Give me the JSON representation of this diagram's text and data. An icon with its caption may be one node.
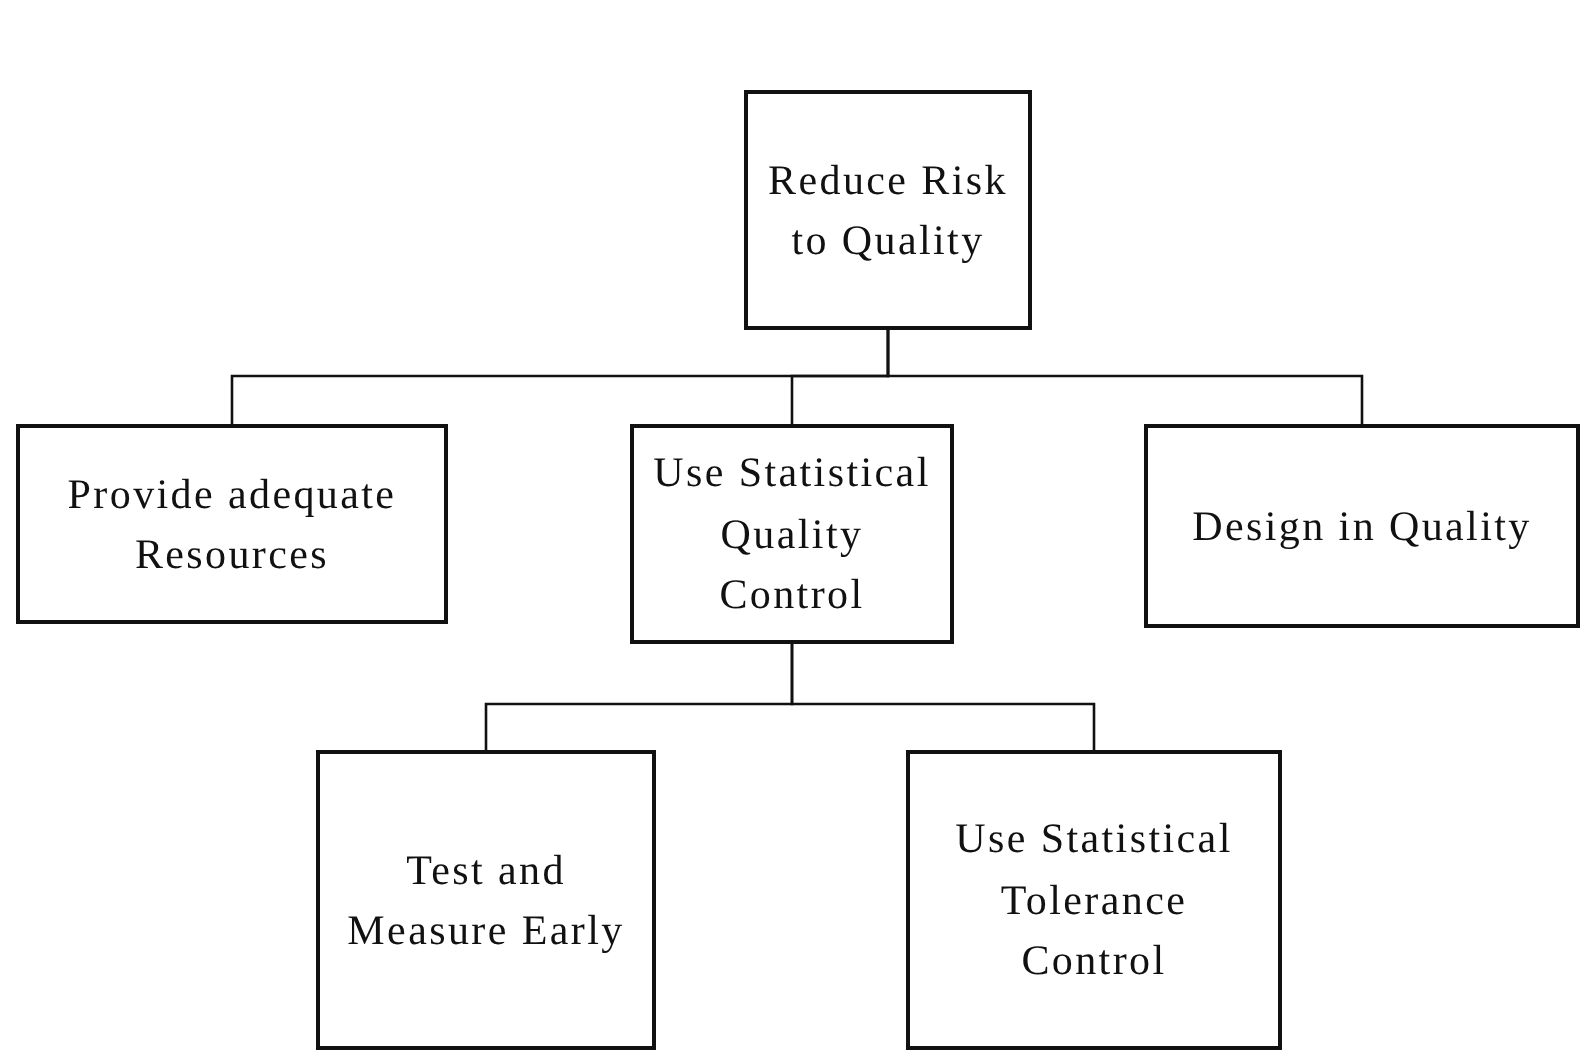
{
  "diagram": {
    "nodes": [
      {
        "text": [
          "Reduce Risk to Quality"
        ]
      },
      {
        "text": [
          "Provide adequate Resources"
        ]
      },
      {
        "text": [
          "Use Statistical Quality Control"
        ]
      },
      {
        "text": [
          "Design in Quality"
        ]
      },
      {
        "text": [
          "Test and Measure Early"
        ]
      },
      {
        "text": [
          "Use Statistical Tolerance Control"
        ]
      }
    ],
    "edges": [
      {
        "from": 0,
        "to": 1,
        "arrow": "none"
      },
      {
        "from": 0,
        "to": 2,
        "arrow": "none"
      },
      {
        "from": 0,
        "to": 3,
        "arrow": "none"
      },
      {
        "from": 2,
        "to": 4,
        "arrow": "none"
      },
      {
        "from": 2,
        "to": 5,
        "arrow": "none"
      }
    ]
  }
}
